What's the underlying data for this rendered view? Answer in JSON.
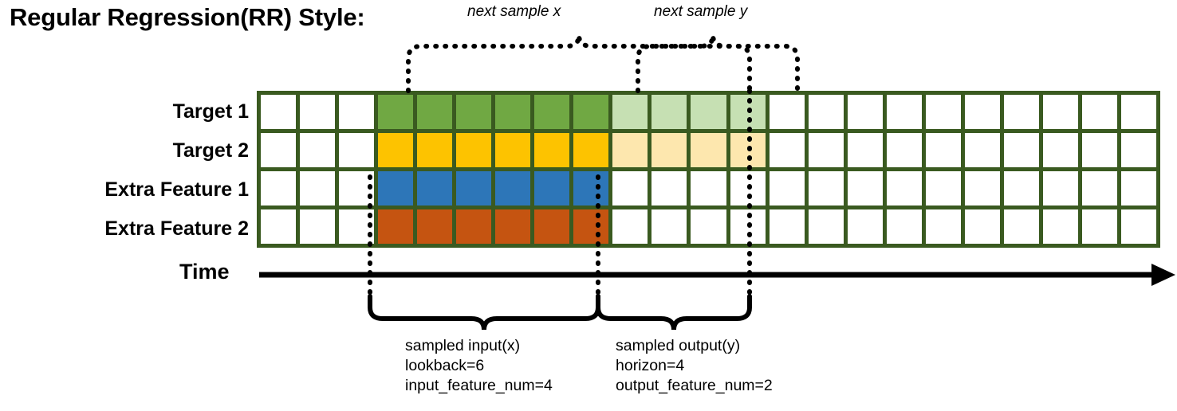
{
  "title": "Regular Regression(RR) Style:",
  "annotations": {
    "next_sample_x": "next sample x",
    "next_sample_y": "next sample y"
  },
  "rows": [
    {
      "label": "Target 1",
      "color": "#70a843",
      "light_color": "#c6e0b3"
    },
    {
      "label": "Target 2",
      "color": "#fdc300",
      "light_color": "#fde7ae"
    },
    {
      "label": "Extra Feature 1",
      "color": "#2d76b8",
      "light_color": null
    },
    {
      "label": "Extra Feature 2",
      "color": "#c55411",
      "light_color": null
    }
  ],
  "axis": {
    "label": "Time"
  },
  "grid": {
    "columns": 23,
    "rows": 4,
    "border_color": "#3a5a20",
    "lead_blank_columns": 3,
    "input_columns": 6,
    "output_columns": 4,
    "trail_blank_columns": 10
  },
  "input_block": {
    "line1": "sampled input(x)",
    "line2": "lookback=6",
    "line3": "input_feature_num=4"
  },
  "output_block": {
    "line1": "sampled output(y)",
    "line2": "horizon=4",
    "line3": "output_feature_num=2"
  },
  "colors": {
    "green": "#70a843",
    "green_light": "#c6e0b3",
    "yellow": "#fdc300",
    "yellow_light": "#fde7ae",
    "blue": "#2d76b8",
    "orange": "#c55411",
    "grid_border": "#3a5a20",
    "line": "#000000"
  }
}
